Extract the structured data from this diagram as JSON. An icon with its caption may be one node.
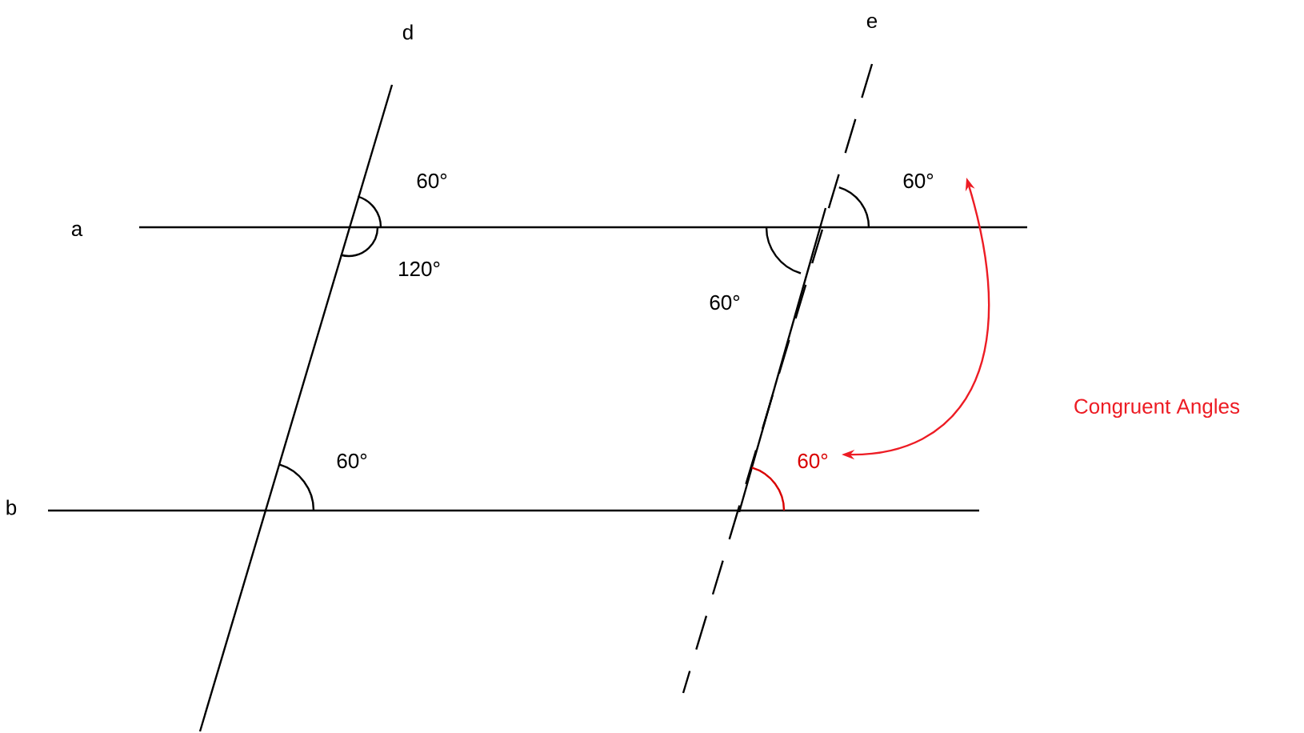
{
  "diagram": {
    "nodes": [
      {
        "text": [
          "60°"
        ]
      },
      {
        "text": [
          "60°"
        ]
      }
    ],
    "edges": [
      {
        "from": 0,
        "to": 1,
        "arrow": "both",
        "color": "#ed1c24",
        "label": "Congruent Angles"
      }
    ],
    "labels": [
      "d",
      "e",
      "60°",
      "a",
      "120°",
      "60°",
      "60°",
      "b"
    ]
  }
}
